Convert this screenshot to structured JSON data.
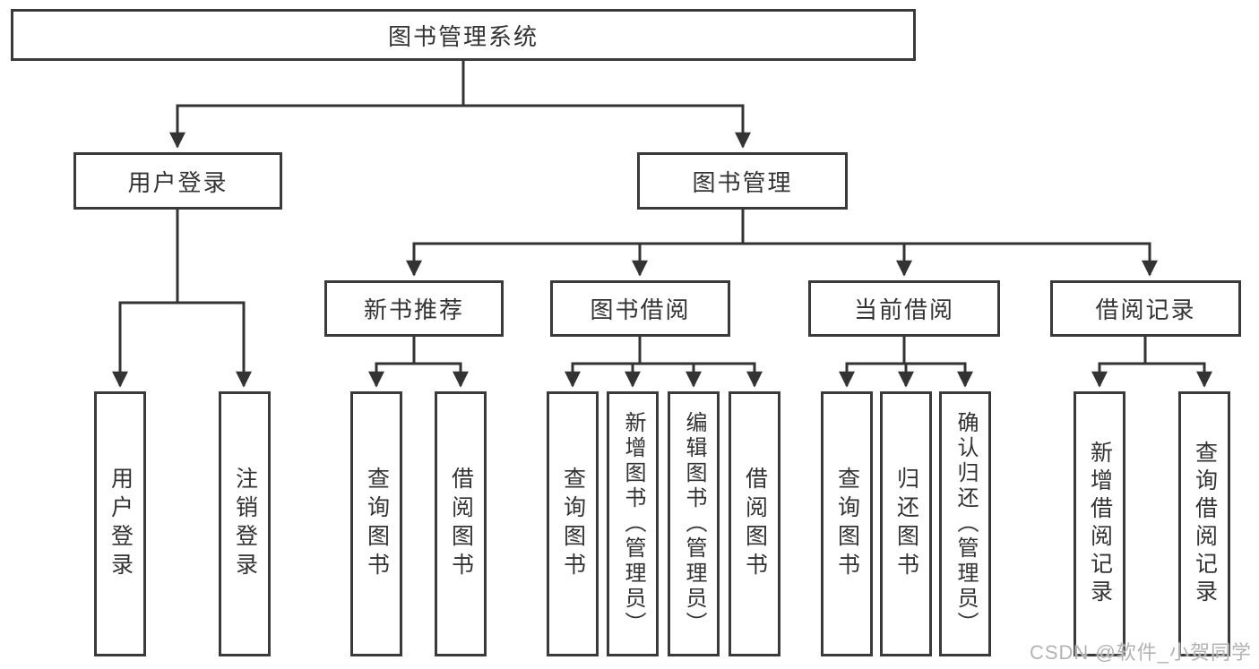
{
  "diagram_title": "图书管理系统",
  "tree": {
    "label": "图书管理系统",
    "children": [
      {
        "label": "用户登录",
        "children": [
          {
            "label": "用户登录"
          },
          {
            "label": "注销登录"
          }
        ]
      },
      {
        "label": "图书管理",
        "children": [
          {
            "label": "新书推荐",
            "children": [
              {
                "label": "查询图书"
              },
              {
                "label": "借阅图书"
              }
            ]
          },
          {
            "label": "图书借阅",
            "children": [
              {
                "label": "查询图书"
              },
              {
                "label": "新增图书（管理员）"
              },
              {
                "label": "编辑图书（管理员）"
              },
              {
                "label": "借阅图书"
              }
            ]
          },
          {
            "label": "当前借阅",
            "children": [
              {
                "label": "查询图书"
              },
              {
                "label": "归还图书"
              },
              {
                "label": "确认归还（管理员）"
              }
            ]
          },
          {
            "label": "借阅记录",
            "children": [
              {
                "label": "新增借阅记录"
              },
              {
                "label": "查询借阅记录"
              }
            ]
          }
        ]
      }
    ]
  },
  "watermark": {
    "text": "CSDN @软件_小贺同学"
  },
  "colors": {
    "background": "#ffffff",
    "box_border": "#3a3a3a",
    "line": "#333333",
    "text": "#333333",
    "watermark": "#b3b3b3"
  }
}
